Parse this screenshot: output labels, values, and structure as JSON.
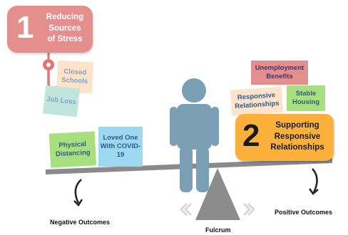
{
  "stress_box": {
    "number": "1",
    "label_lines": [
      "Reducing",
      "Sources",
      "of Stress"
    ]
  },
  "support_box": {
    "number": "2",
    "label_lines": [
      "Supporting",
      "Responsive",
      "Relationships"
    ]
  },
  "stress_notes": {
    "closed_schools": "Closed Schools",
    "job_loss": "Job Loss",
    "physical_distancing": "Physical Distancing",
    "loved_one_covid": "Loved One With COVID-19"
  },
  "support_notes": {
    "unemployment_benefits": "Unemployment Benefits",
    "responsive_relationships": "Responsive Relationships",
    "stable_housing": "Stable Housing"
  },
  "labels": {
    "negative": "Negative Outcomes",
    "positive": "Positive Outcomes",
    "fulcrum": "Fulcrum"
  },
  "colors": {
    "stress_red": "#e58e8e",
    "support_orange": "#fbb03b",
    "person_blue": "#7b9fb5",
    "beam_gray": "#8a8a8a"
  }
}
